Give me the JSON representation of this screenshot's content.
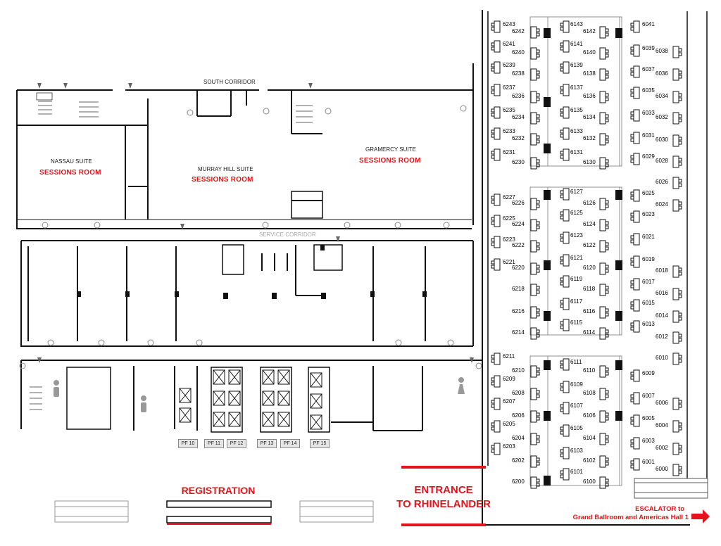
{
  "rooms": {
    "south_corridor": "SOUTH CORRIDOR",
    "service_corridor": "SERVICE CORRIDOR",
    "nassau": {
      "name": "NASSAU SUITE",
      "tag": "SESSIONS ROOM"
    },
    "murray_hill": {
      "name": "MURRAY HILL SUITE",
      "tag": "SESSIONS ROOM"
    },
    "gramercy": {
      "name": "GRAMERCY SUITE",
      "tag": "SESSIONS ROOM"
    }
  },
  "platforms": [
    "PF 10",
    "PF 11",
    "PF 12",
    "PF 13",
    "PF 14",
    "PF 15"
  ],
  "registration": "REGISTRATION",
  "entrance": {
    "line1": "ENTRANCE",
    "line2": "TO RHINELANDER"
  },
  "escalator": {
    "line1": "ESCALATOR to",
    "line2": "Grand Ballroom and Americas Hall 1"
  },
  "colors": {
    "accent_red": "#e3141b",
    "wall": "#111111",
    "door_gray": "#888888"
  },
  "booths": {
    "col_62xx_left": [
      "6243",
      "6241",
      "6239",
      "6237",
      "6235",
      "6233",
      "6231",
      "6227",
      "6225",
      "6223",
      "6221",
      "6211",
      "6209",
      "6207",
      "6205",
      "6203"
    ],
    "col_62xx_right": [
      "6242",
      "6240",
      "6238",
      "6236",
      "6234",
      "6232",
      "6230",
      "6226",
      "6224",
      "6222",
      "6220",
      "6218",
      "6216",
      "6214",
      "6210",
      "6208",
      "6206",
      "6204",
      "6202",
      "6200"
    ],
    "col_61xx_left": [
      "6143",
      "6141",
      "6139",
      "6137",
      "6135",
      "6133",
      "6131",
      "6127",
      "6125",
      "6123",
      "6121",
      "6119",
      "6117",
      "6115",
      "6111",
      "6109",
      "6107",
      "6105",
      "6103",
      "6101"
    ],
    "col_61xx_right": [
      "6142",
      "6140",
      "6138",
      "6136",
      "6134",
      "6132",
      "6130",
      "6126",
      "6124",
      "6122",
      "6120",
      "6118",
      "6116",
      "6114",
      "6110",
      "6108",
      "6106",
      "6104",
      "6102",
      "6100"
    ],
    "col_60xx_left": [
      "6041",
      "6039",
      "6037",
      "6035",
      "6033",
      "6031",
      "6029",
      "6025",
      "6023",
      "6021",
      "6019",
      "6017",
      "6015",
      "6013",
      "6009",
      "6007",
      "6005",
      "6003",
      "6001"
    ],
    "col_60xx_right": [
      "6038",
      "6036",
      "6034",
      "6032",
      "6030",
      "6028",
      "6026",
      "6024",
      "6018",
      "6016",
      "6014",
      "6012",
      "6010",
      "6006",
      "6004",
      "6002",
      "6000"
    ]
  }
}
